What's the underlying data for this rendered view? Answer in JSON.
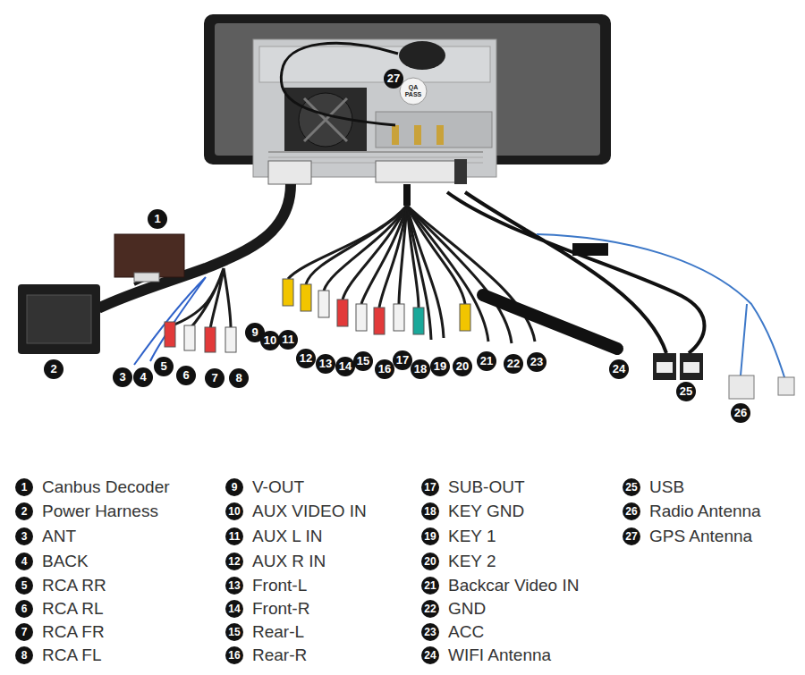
{
  "diagram": {
    "labels": [
      "1",
      "2",
      "3",
      "4",
      "5",
      "6",
      "7",
      "8",
      "9",
      "10",
      "11",
      "12",
      "13",
      "14",
      "15",
      "16",
      "17",
      "18",
      "19",
      "20",
      "21",
      "22",
      "23",
      "24",
      "25",
      "26",
      "27",
      "QA PASS",
      "1",
      "Canbus Decoder",
      "2",
      "Power Harness",
      "3",
      "ANT",
      "4",
      "BACK",
      "5",
      "RCA RR",
      "6",
      "RCA RL",
      "7",
      "RCA FR",
      "8",
      "RCA FL",
      "9",
      "V-OUT",
      "10",
      "AUX VIDEO IN",
      "11",
      "AUX  L IN",
      "12",
      "AUX  R IN",
      "13",
      "Front-L",
      "14",
      "Front-R",
      "15",
      "Rear-L",
      "16",
      "Rear-R",
      "17",
      "SUB-OUT",
      "18",
      "KEY GND",
      "19",
      "KEY 1",
      "20",
      "KEY 2",
      "21",
      "Backcar Video IN",
      "22",
      "GND",
      "23",
      "ACC",
      "24",
      "WIFI Antenna",
      "25",
      "USB",
      "26",
      "Radio Antenna",
      "27",
      "GPS Antenna"
    ]
  }
}
